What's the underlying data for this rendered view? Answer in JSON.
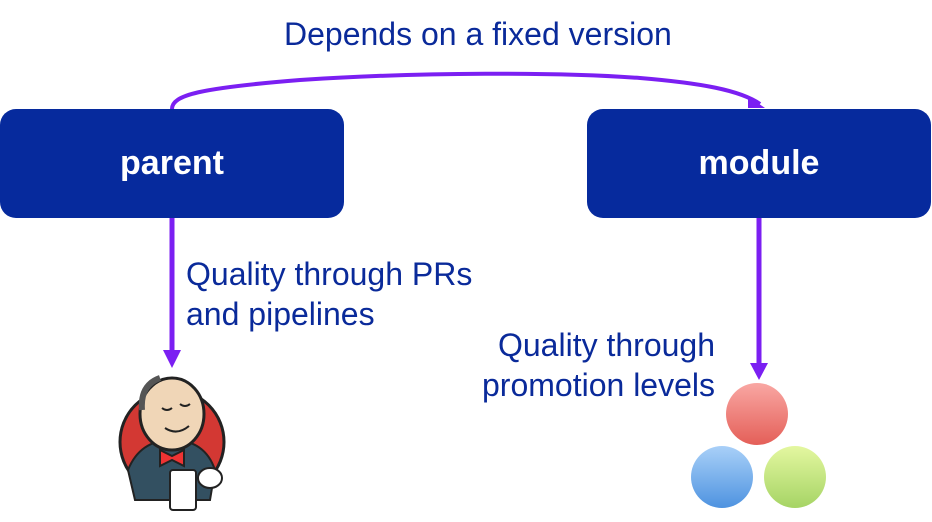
{
  "nodes": {
    "parent": {
      "label": "parent"
    },
    "module": {
      "label": "module"
    }
  },
  "edges": {
    "dependency": {
      "label": "Depends on a fixed version",
      "from": "parent",
      "to": "module"
    },
    "parent_quality": {
      "label_lines": [
        "Quality through PRs",
        "and pipelines"
      ],
      "from": "parent",
      "to": "jenkins"
    },
    "module_quality": {
      "label_lines": [
        "Quality through",
        "promotion levels"
      ],
      "from": "module",
      "to": "promotion-levels"
    }
  },
  "icons": {
    "jenkins": "jenkins-butler-icon",
    "promotion": "promotion-levels-icon"
  },
  "colors": {
    "box": "#062a9d",
    "box_text": "#ffffff",
    "label_text": "#0a2a9a",
    "arrow": "#7b1ff2",
    "promotion_red": "#ee6b6b",
    "promotion_blue": "#6aa8ec",
    "promotion_green": "#b9e27a",
    "jenkins_red": "#d33833"
  }
}
